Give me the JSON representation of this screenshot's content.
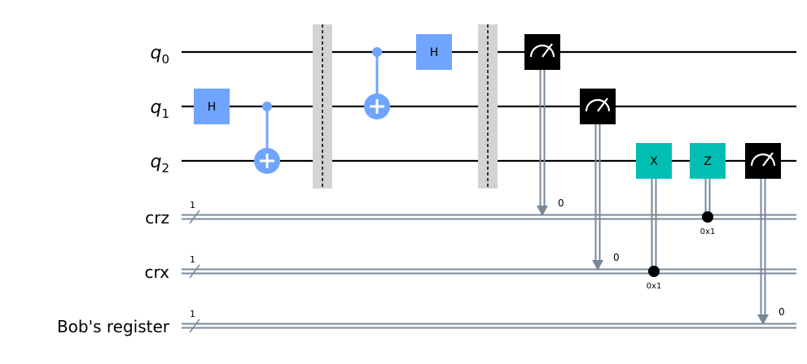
{
  "colors": {
    "wire": "#000000",
    "classical_wire": "#778899",
    "hadamard": "#6fa4ff",
    "cnot": "#6fa4ff",
    "barrier": "#d3d3d3",
    "measure": "#000000",
    "conditional_gate": "#00bfb2",
    "text": "#000000",
    "gate_text": "#000000",
    "background": "#ffffff"
  },
  "quantum_wires": [
    {
      "id": "q0",
      "symbol": "q",
      "subscript": "0"
    },
    {
      "id": "q1",
      "symbol": "q",
      "subscript": "1"
    },
    {
      "id": "q2",
      "symbol": "q",
      "subscript": "2"
    }
  ],
  "classical_wires": [
    {
      "id": "crz",
      "label": "crz",
      "bits": "1"
    },
    {
      "id": "crx",
      "label": "crx",
      "bits": "1"
    },
    {
      "id": "bob",
      "label": "Bob's register",
      "bits": "1"
    }
  ],
  "gates": [
    {
      "id": "h1",
      "type": "H",
      "label": "H",
      "qubit": "q1"
    },
    {
      "id": "cx1",
      "type": "CX",
      "control": "q1",
      "target": "q2"
    },
    {
      "id": "barrier1",
      "type": "barrier",
      "qubits": [
        "q0",
        "q1",
        "q2"
      ]
    },
    {
      "id": "cx2",
      "type": "CX",
      "control": "q0",
      "target": "q1"
    },
    {
      "id": "h0",
      "type": "H",
      "label": "H",
      "qubit": "q0"
    },
    {
      "id": "barrier2",
      "type": "barrier",
      "qubits": [
        "q0",
        "q1",
        "q2"
      ]
    },
    {
      "id": "m0",
      "type": "measure",
      "qubit": "q0",
      "creg": "crz",
      "bit_label": "0"
    },
    {
      "id": "m1",
      "type": "measure",
      "qubit": "q1",
      "creg": "crx",
      "bit_label": "0"
    },
    {
      "id": "cx_cond",
      "type": "X",
      "label": "X",
      "qubit": "q2",
      "condition_creg": "crx",
      "condition_value": "0x1"
    },
    {
      "id": "cz_cond",
      "type": "Z",
      "label": "Z",
      "qubit": "q2",
      "condition_creg": "crz",
      "condition_value": "0x1"
    },
    {
      "id": "m2",
      "type": "measure",
      "qubit": "q2",
      "creg": "bob",
      "bit_label": "0"
    }
  ]
}
